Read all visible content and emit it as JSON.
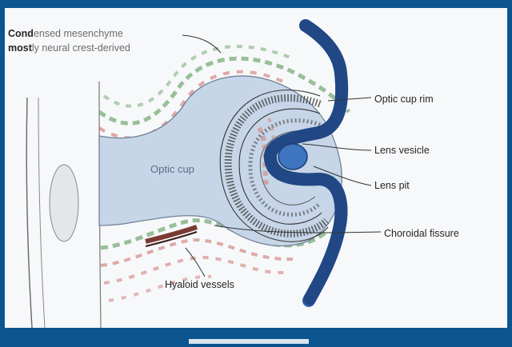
{
  "figure": {
    "title": "",
    "labels": {
      "condensed_bold": "Cond",
      "condensed_rest": "ensed mesenchyme",
      "mostly_bold": "most",
      "mostly_rest": "ly neural crest-derived",
      "optic_cup": "Optic cup",
      "optic_cup_rim": "Optic cup rim",
      "lens_vesicle": "Lens vesicle",
      "lens_pit": "Lens pit",
      "choroidal_fissure": "Choroidal fissure",
      "hyaloid_vessels": "Hyaloid vessels"
    },
    "colors": {
      "frame": "#0c5590",
      "optic_cup_fill": "#c6d6e8",
      "ectoderm_blue": "#2d5fa6",
      "mesenchyme_green": "#7fb07f",
      "mesenchyme_red": "#c86a62",
      "vessel": "#7a3a32"
    }
  }
}
